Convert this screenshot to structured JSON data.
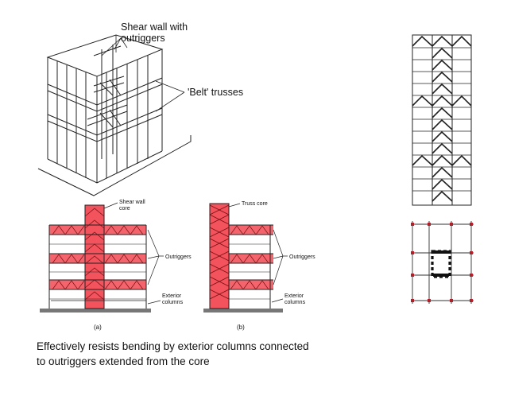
{
  "top_figure": {
    "label_shear_wall_line1": "Shear wall with",
    "label_shear_wall_line2": "outriggers",
    "label_belt_trusses": "'Belt' trusses"
  },
  "figure_a": {
    "label_shear_wall_line1": "Shear wall",
    "label_shear_wall_line2": "core",
    "label_outriggers": "Outriggers",
    "label_exterior_line1": "Exterior",
    "label_exterior_line2": "columns",
    "caption": "(a)"
  },
  "figure_b": {
    "label_truss_core": "Truss core",
    "label_outriggers": "Outriggers",
    "label_exterior_line1": "Exterior",
    "label_exterior_line2": "columns",
    "caption": "(b)"
  },
  "caption": {
    "line1": "Effectively resists bending by exterior columns connected",
    "line2": "to outriggers extended from the core"
  },
  "colors": {
    "highlight_red": "#f2535c",
    "line": "#222222",
    "node_red": "#b0202a"
  }
}
